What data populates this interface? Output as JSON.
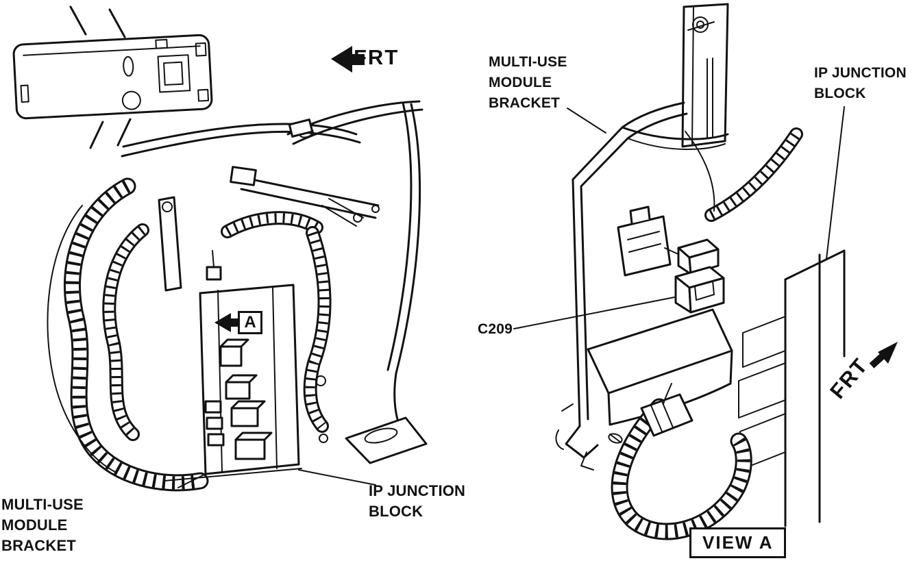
{
  "figure_left": {
    "frt_label": "FRT",
    "detail_marker": "A",
    "bracket_label": {
      "line1": "MULTI-USE",
      "line2": "MODULE",
      "line3": "BRACKET"
    },
    "junction_label": {
      "line1": "IP JUNCTION",
      "line2": "BLOCK"
    }
  },
  "figure_right": {
    "bracket_label": {
      "line1": "MULTI-USE",
      "line2": "MODULE",
      "line3": "BRACKET"
    },
    "junction_label": {
      "line1": "IP JUNCTION",
      "line2": "BLOCK"
    },
    "connector_label": "C209",
    "frt_label": "FRT",
    "view_label": "VIEW A"
  },
  "colors": {
    "ink": "#121212",
    "paper": "#ffffff"
  }
}
